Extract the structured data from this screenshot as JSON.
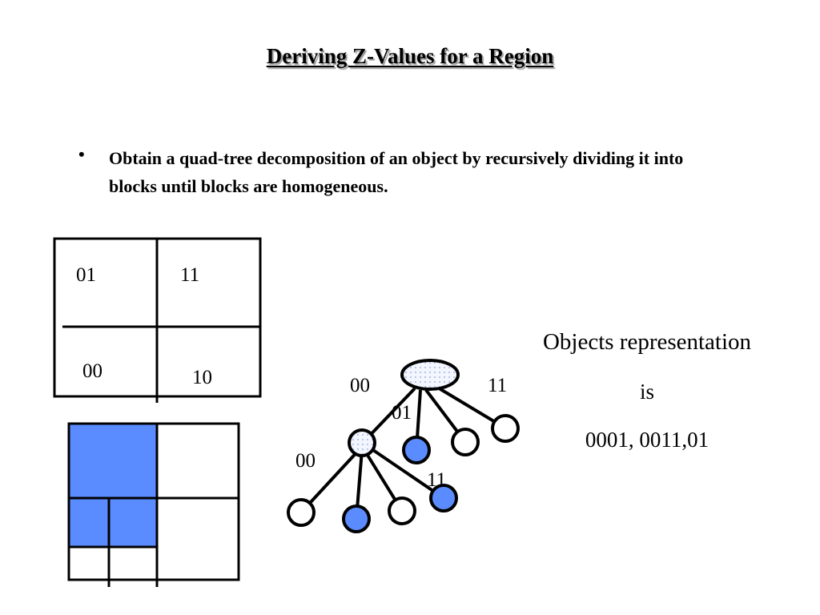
{
  "slide": {
    "title": "Deriving Z-Values for a Region",
    "bullet_symbol": "•",
    "bullet": "Obtain a quad-tree decomposition of an object by recursively dividing it into blocks until blocks are homogeneous."
  },
  "grid": {
    "quadrant_labels": {
      "top_left": "01",
      "top_right": "11",
      "bottom_left": "00",
      "bottom_right": "10"
    }
  },
  "tree": {
    "root_edge_labels": {
      "left": "00",
      "middle": "01",
      "right": "11"
    },
    "child_edge_labels": {
      "left": "00",
      "right": "11"
    }
  },
  "representation": {
    "line1": "Objects representation",
    "line2": "is",
    "line3": "0001, 0011,01"
  },
  "colors": {
    "filled": "#5b8cff",
    "stroke": "#000000",
    "root_fill": "#f3f6ff"
  }
}
